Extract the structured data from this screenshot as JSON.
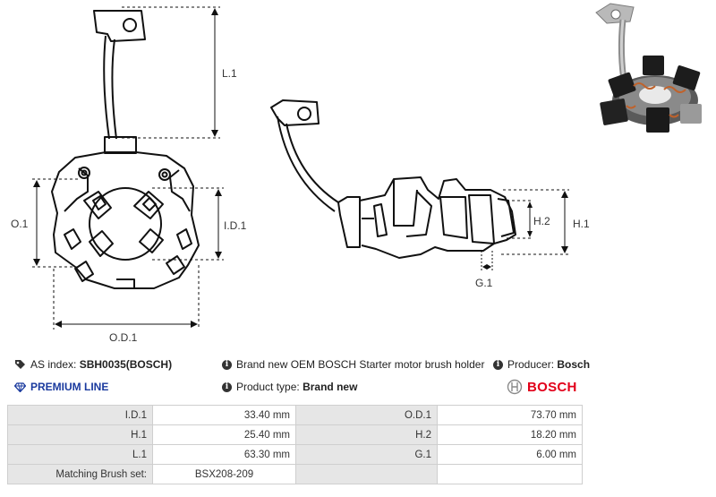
{
  "drawing": {
    "labels": {
      "l1": "L.1",
      "o1": "O.1",
      "id1": "I.D.1",
      "od1": "O.D.1",
      "h1": "H.1",
      "h2": "H.2",
      "g1": "G.1"
    }
  },
  "info": {
    "as_index_label": "AS index:",
    "as_index_value": "SBH0035(BOSCH)",
    "description": "Brand new OEM BOSCH Starter motor brush holder",
    "producer_label": "Producer:",
    "producer_value": "Bosch",
    "premium_line": "PREMIUM LINE",
    "product_type_label": "Product type:",
    "product_type_value": "Brand new",
    "brand_logo": "BOSCH"
  },
  "specs": {
    "rows": [
      {
        "k1": "I.D.1",
        "v1": "33.40 mm",
        "k2": "O.D.1",
        "v2": "73.70 mm"
      },
      {
        "k1": "H.1",
        "v1": "25.40 mm",
        "k2": "H.2",
        "v2": "18.20 mm"
      },
      {
        "k1": "L.1",
        "v1": "63.30 mm",
        "k2": "G.1",
        "v2": "6.00 mm"
      }
    ],
    "matching_label": "Matching Brush set:",
    "matching_value": "BSX208-209"
  },
  "icons": {
    "tag": "tag-icon",
    "info": "info-icon",
    "diamond": "diamond-icon",
    "bosch": "bosch-armature-icon"
  },
  "colors": {
    "premium": "#1a3a9e",
    "bosch_red": "#e2001a",
    "table_key_bg": "#e6e6e6"
  }
}
